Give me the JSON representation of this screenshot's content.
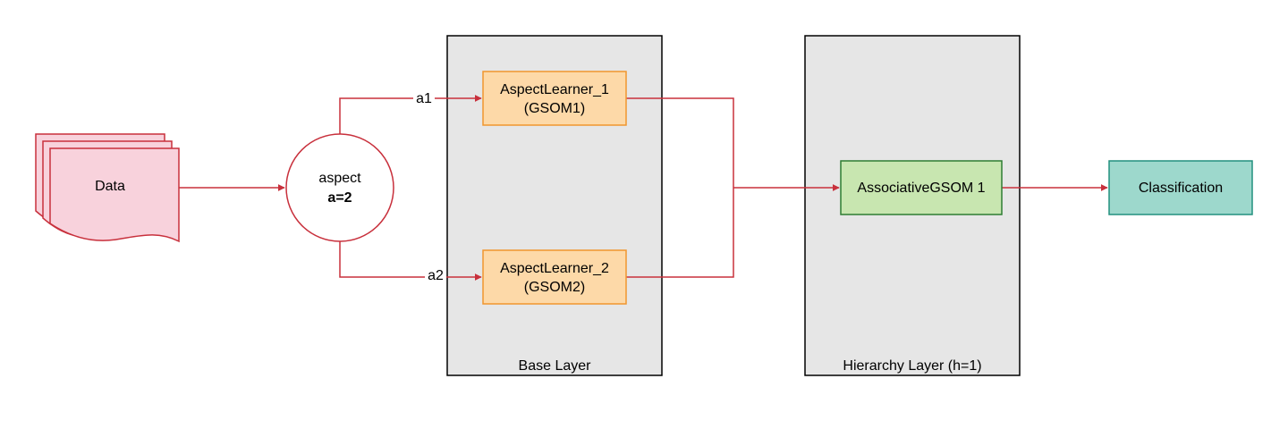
{
  "data_node": {
    "label": "Data"
  },
  "aspect_node": {
    "label": "aspect",
    "value": "a=2"
  },
  "edges": {
    "a1": "a1",
    "a2": "a2"
  },
  "base_layer": {
    "label": "Base Layer",
    "learners": [
      {
        "line1": "AspectLearner_1",
        "line2": "(GSOM1)"
      },
      {
        "line1": "AspectLearner_2",
        "line2": "(GSOM2)"
      }
    ]
  },
  "hierarchy_layer": {
    "label": "Hierarchy Layer (h=1)",
    "node": "AssociativeGSOM 1"
  },
  "output": {
    "label": "Classification"
  },
  "colors": {
    "edge": "#c8303c",
    "data_fill": "#f8d2dc",
    "learner_fill": "#fdd9a8",
    "learner_stroke": "#f0962e",
    "assoc_fill": "#c8e6b0",
    "assoc_stroke": "#2e7d32",
    "output_fill": "#9dd8cc",
    "output_stroke": "#22907e",
    "layer_fill": "#e6e6e6"
  }
}
